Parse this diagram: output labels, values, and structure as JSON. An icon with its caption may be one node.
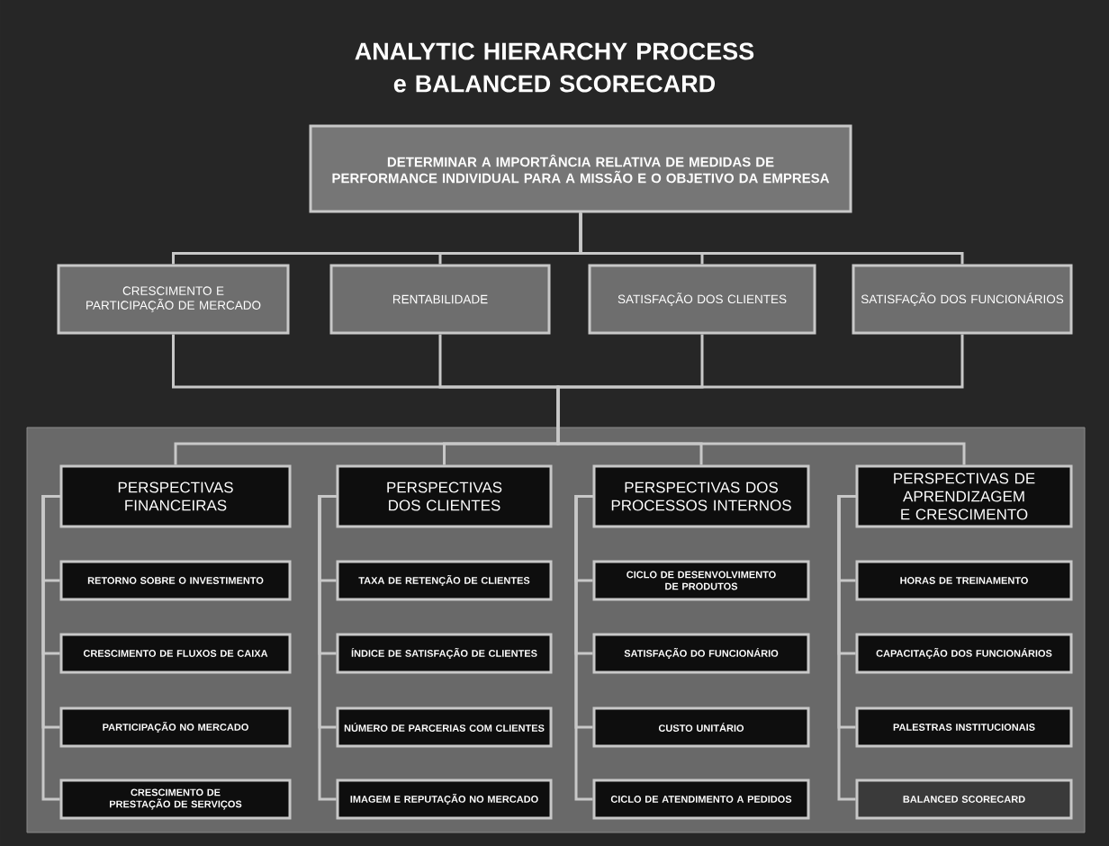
{
  "diagram": {
    "title": "ANALYTIC HIERARCHY PROCESS e BALANCED SCORECARD",
    "nodes": [
      {
        "text": [
          "DETERMINAR A IMPORTÂNCIA RELATIVA DE MEDIDAS DE PERFORMANCE INDIVIDUAL PARA A MISSÃO E O OBJETIVO DA EMPRESA"
        ]
      },
      {
        "text": [
          "CRESCIMENTO E PARTICIPAÇÃO DE MERCADO"
        ]
      },
      {
        "text": [
          "RENTABILIDADE"
        ]
      },
      {
        "text": [
          "SATISFAÇÃO DOS CLIENTES"
        ]
      },
      {
        "text": [
          "SATISFAÇÃO DOS FUNCIONÁRIOS"
        ]
      },
      {
        "text": [],
        "shape": "box"
      },
      {
        "text": [
          "PERSPECTIVAS FINANCEIRAS"
        ],
        "in": 5
      },
      {
        "text": [
          "RETORNO SOBRE O INVESTIMENTO"
        ],
        "in": 5
      },
      {
        "text": [
          "CRESCIMENTO DE FLUXOS DE CAIXA"
        ],
        "in": 5
      },
      {
        "text": [
          "PARTICIPAÇÃO NO MERCADO"
        ],
        "in": 5
      },
      {
        "text": [
          "CRESCIMENTO DE PRESTAÇÃO DE SERVIÇOS"
        ],
        "in": 5
      },
      {
        "text": [
          "PERSPECTIVAS DOS CLIENTES"
        ],
        "in": 5
      },
      {
        "text": [
          "TAXA DE RETENÇÃO DE CLIENTES"
        ],
        "in": 5
      },
      {
        "text": [
          "ÍNDICE DE SATISFAÇÃO DE CLIENTES"
        ],
        "in": 5
      },
      {
        "text": [
          "NÚMERO DE PARCERIAS COM CLIENTES"
        ],
        "in": 5
      },
      {
        "text": [
          "IMAGEM E REPUTAÇÃO NO MERCADO"
        ],
        "in": 5
      },
      {
        "text": [
          "PERSPECTIVAS DOS PROCESSOS INTERNOS"
        ],
        "in": 5
      },
      {
        "text": [
          "CICLO DE DESENVOLVIMENTO DE PRODUTOS"
        ],
        "in": 5
      },
      {
        "text": [
          "SATISFAÇÃO DO FUNCIONÁRIO"
        ],
        "in": 5
      },
      {
        "text": [
          "CUSTO UNITÁRIO"
        ],
        "in": 5
      },
      {
        "text": [
          "CICLO DE ATENDIMENTO A PEDIDOS"
        ],
        "in": 5
      },
      {
        "text": [
          "PERSPECTIVAS DE APRENDIZAGEM E CRESCIMENTO"
        ],
        "in": 5
      },
      {
        "text": [
          "HORAS DE TREINAMENTO"
        ],
        "in": 5
      },
      {
        "text": [
          "CAPACITAÇÃO DOS FUNCIONÁRIOS"
        ],
        "in": 5
      },
      {
        "text": [
          "PALESTRAS INSTITUCIONAIS"
        ],
        "in": 5
      },
      {
        "text": [
          "BALANCED SCORECARD"
        ],
        "in": 5
      }
    ],
    "edges": [
      {
        "from": 0,
        "to": 1,
        "arrow": "none"
      },
      {
        "from": 0,
        "to": 2,
        "arrow": "none"
      },
      {
        "from": 0,
        "to": 3,
        "arrow": "none"
      },
      {
        "from": 0,
        "to": 4,
        "arrow": "none"
      },
      {
        "from": 1,
        "to": 5,
        "arrow": "none"
      },
      {
        "from": 2,
        "to": 5,
        "arrow": "none"
      },
      {
        "from": 3,
        "to": 5,
        "arrow": "none"
      },
      {
        "from": 4,
        "to": 5,
        "arrow": "none"
      },
      {
        "from": 5,
        "to": 6,
        "arrow": "none"
      },
      {
        "from": 5,
        "to": 11,
        "arrow": "none"
      },
      {
        "from": 5,
        "to": 16,
        "arrow": "none"
      },
      {
        "from": 5,
        "to": 21,
        "arrow": "none"
      },
      {
        "from": 6,
        "to": 7,
        "arrow": "none"
      },
      {
        "from": 6,
        "to": 8,
        "arrow": "none"
      },
      {
        "from": 6,
        "to": 9,
        "arrow": "none"
      },
      {
        "from": 6,
        "to": 10,
        "arrow": "none"
      },
      {
        "from": 11,
        "to": 12,
        "arrow": "none"
      },
      {
        "from": 11,
        "to": 13,
        "arrow": "none"
      },
      {
        "from": 11,
        "to": 14,
        "arrow": "none"
      },
      {
        "from": 11,
        "to": 15,
        "arrow": "none"
      },
      {
        "from": 16,
        "to": 17,
        "arrow": "none"
      },
      {
        "from": 16,
        "to": 18,
        "arrow": "none"
      },
      {
        "from": 16,
        "to": 19,
        "arrow": "none"
      },
      {
        "from": 16,
        "to": 20,
        "arrow": "none"
      },
      {
        "from": 21,
        "to": 22,
        "arrow": "none"
      },
      {
        "from": 21,
        "to": 23,
        "arrow": "none"
      },
      {
        "from": 21,
        "to": 24,
        "arrow": "none"
      },
      {
        "from": 21,
        "to": 25,
        "arrow": "none"
      }
    ]
  }
}
